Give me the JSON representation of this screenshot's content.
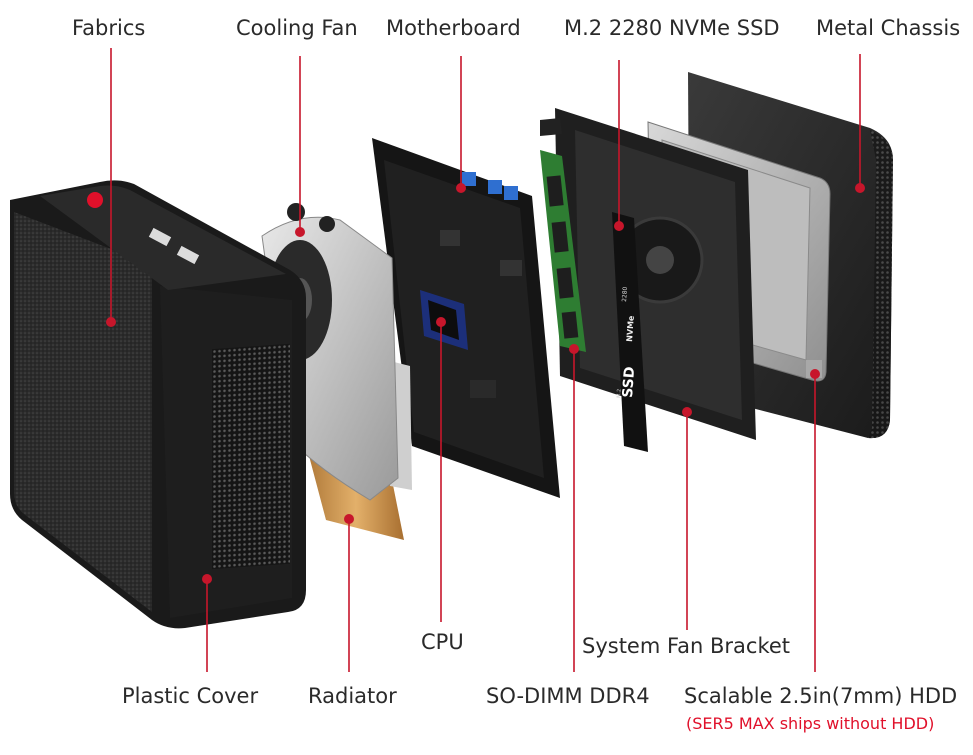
{
  "diagram": {
    "labels": {
      "fabrics": "Fabrics",
      "cooling_fan": "Cooling Fan",
      "motherboard": "Motherboard",
      "ssd": "M.2 2280 NVMe SSD",
      "metal_chassis": "Metal Chassis",
      "cpu": "CPU",
      "system_fan_bracket": "System Fan Bracket",
      "plastic_cover": "Plastic Cover",
      "radiator": "Radiator",
      "sodimm": "SO-DIMM DDR4",
      "hdd": "Scalable 2.5in(7mm) HDD",
      "hdd_note": "(SER5 MAX ships without HDD)"
    },
    "product_marks": {
      "ssd_text": "SSD",
      "ssd_sub": "NVMe",
      "ssd_size": "2280",
      "ssd_m2": "M.2"
    },
    "colors": {
      "accent": "#e0102a",
      "text": "#2a2a2a",
      "leader": "#c7162b"
    }
  }
}
